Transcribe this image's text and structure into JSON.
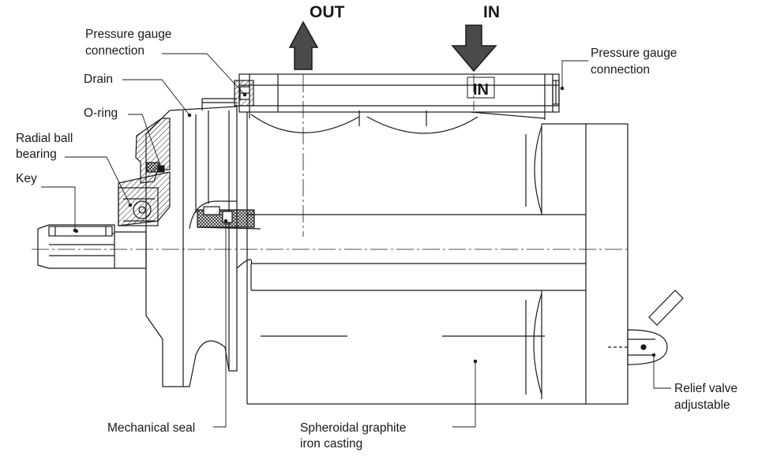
{
  "flow": {
    "out": "OUT",
    "in": "IN",
    "casting_mark": "IN"
  },
  "labels": {
    "gauge_left_1": "Pressure gauge",
    "gauge_left_2": "connection",
    "drain": "Drain",
    "oring": "O-ring",
    "bearing_1": "Radial ball",
    "bearing_2": "bearing",
    "key": "Key",
    "gauge_right_1": "Pressure gauge",
    "gauge_right_2": "connection",
    "seal": "Mechanical seal",
    "casting_1": "Spheroidal graphite",
    "casting_2": "iron casting",
    "relief_1": "Relief valve",
    "relief_2": "adjustable"
  },
  "colors": {
    "line": "#1a1a1a",
    "arrow_fill": "#4a4a4a",
    "background": "#ffffff"
  }
}
